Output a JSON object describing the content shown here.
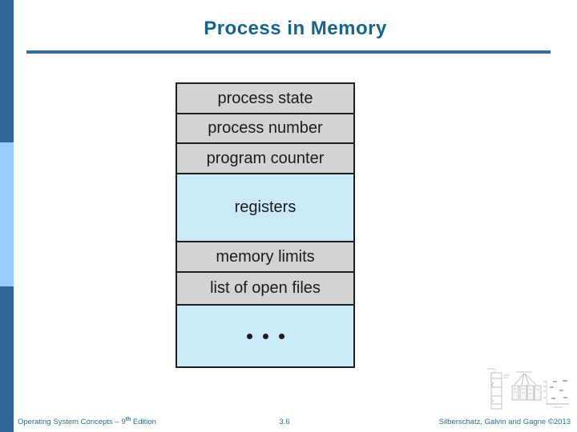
{
  "slide": {
    "title": "Process in Memory",
    "title_color": "#166488",
    "accent_bar_dark": "#336699",
    "accent_bar_light": "#99ccff",
    "rule_color": "#3a6b99"
  },
  "pcb": {
    "rows": [
      {
        "label": "process state",
        "variant": "gray"
      },
      {
        "label": "process number",
        "variant": "gray"
      },
      {
        "label": "program counter",
        "variant": "gray"
      },
      {
        "label": "registers",
        "variant": "blue"
      },
      {
        "label": "memory limits",
        "variant": "gray"
      },
      {
        "label": "list of open files",
        "variant": "gray"
      }
    ],
    "ellipsis_icon": "three-dots",
    "colors": {
      "gray_row": "#d3d3d3",
      "blue_row": "#cbe9f8",
      "border": "#1f1f1f",
      "text": "#1b1b1b"
    }
  },
  "footer": {
    "left_prefix": "Operating System Concepts – 9",
    "left_sup": "th",
    "left_suffix": " Edition",
    "page": "3.6",
    "right": "Silberschatz, Galvin and Gagne ©2013"
  }
}
